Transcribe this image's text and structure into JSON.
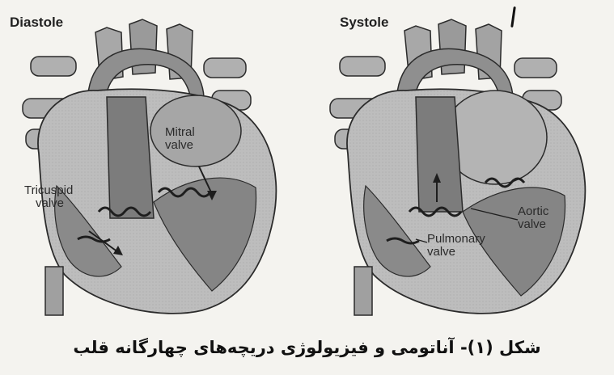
{
  "panels": [
    {
      "title": "Diastole"
    },
    {
      "title": "Systole"
    }
  ],
  "labels": {
    "mitral": [
      "Mitral",
      "valve"
    ],
    "tricuspid": [
      "Tricuspid",
      "valve"
    ],
    "aortic": [
      "Aortic",
      "valve"
    ],
    "pulmonary": [
      "Pulmonary",
      "valve"
    ]
  },
  "caption": "شکل (۱)- آناتومی و فیزیولوژی دریچه‌های چهارگانه قلب",
  "colors": {
    "background": "#f4f3ef",
    "heart_light": "#c9c9c9",
    "heart_mid": "#9e9e9e",
    "heart_dark": "#6f6f6f",
    "outline": "#2b2b2b"
  }
}
